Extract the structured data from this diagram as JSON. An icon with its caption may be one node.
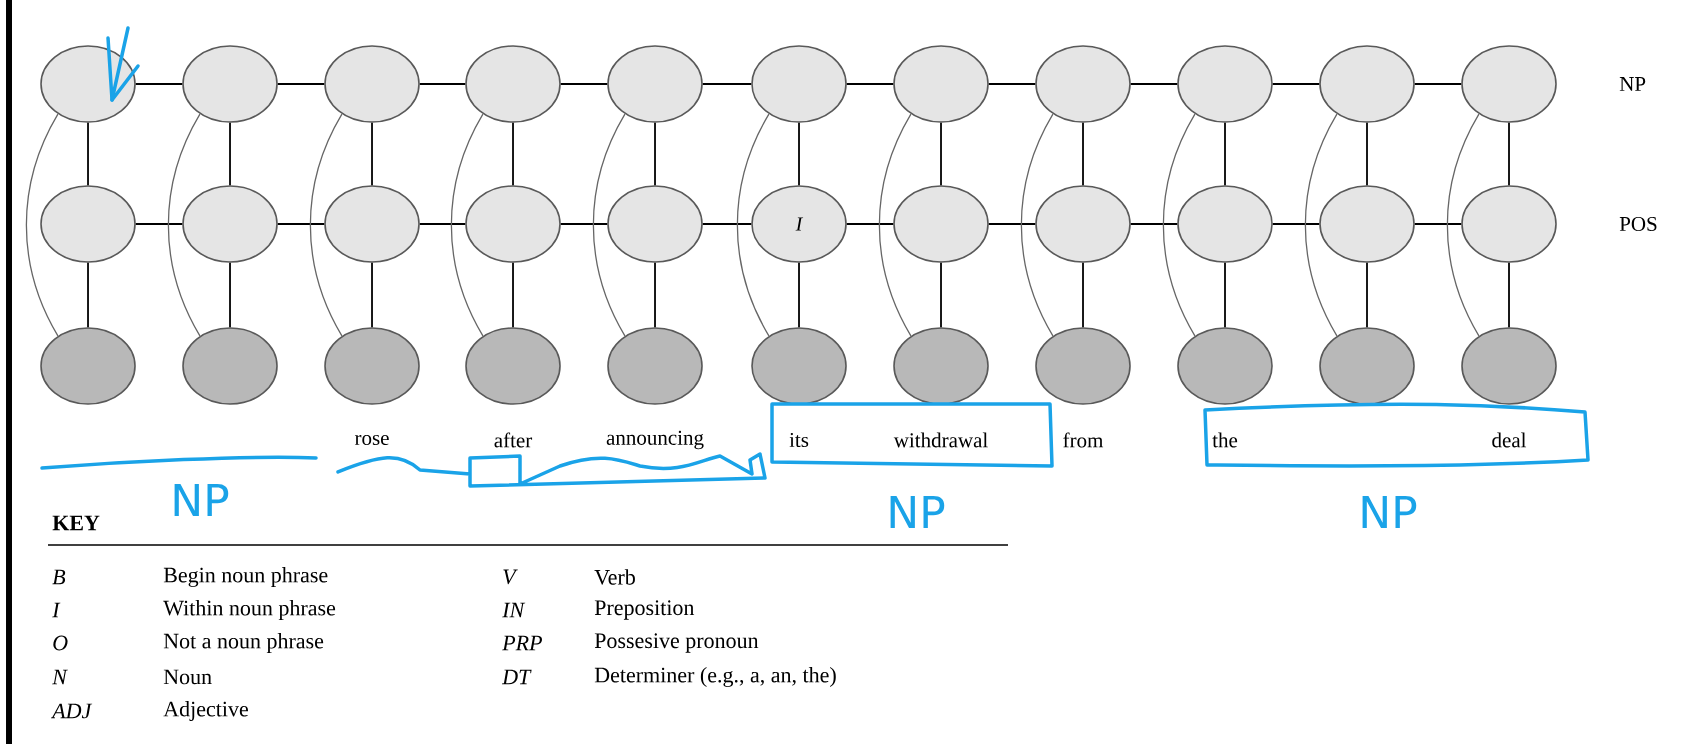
{
  "diagram": {
    "nodes": [
      {
        "text": [],
        "shape": "circle"
      },
      {
        "text": [],
        "shape": "circle"
      },
      {
        "text": [],
        "shape": "circle"
      },
      {
        "text": [],
        "shape": "circle"
      },
      {
        "text": [],
        "shape": "circle"
      },
      {
        "text": [],
        "shape": "circle"
      },
      {
        "text": [],
        "shape": "circle"
      },
      {
        "text": [],
        "shape": "circle"
      },
      {
        "text": [],
        "shape": "circle"
      },
      {
        "text": [],
        "shape": "circle"
      },
      {
        "text": [],
        "shape": "circle"
      },
      {
        "text": [],
        "shape": "circle"
      },
      {
        "text": [],
        "shape": "circle"
      },
      {
        "text": [],
        "shape": "circle"
      },
      {
        "text": [],
        "shape": "circle"
      },
      {
        "text": [],
        "shape": "circle"
      },
      {
        "text": [
          "I"
        ]
      },
      {
        "text": [],
        "shape": "circle"
      },
      {
        "text": [],
        "shape": "circle"
      },
      {
        "text": [],
        "shape": "circle"
      },
      {
        "text": [],
        "shape": "circle"
      },
      {
        "text": [],
        "shape": "circle"
      },
      {
        "text": [],
        "shape": "circle"
      },
      {
        "text": [],
        "shape": "circle"
      },
      {
        "text": [],
        "shape": "circle",
        "beside": [
          "rose"
        ]
      },
      {
        "text": [],
        "shape": "circle",
        "beside": [
          "after"
        ]
      },
      {
        "text": [],
        "shape": "circle",
        "beside": [
          "announcing"
        ]
      },
      {
        "text": [],
        "shape": "circle",
        "beside": [
          "its"
        ]
      },
      {
        "text": [],
        "shape": "circle",
        "beside": [
          "withdrawal"
        ]
      },
      {
        "text": [],
        "shape": "circle",
        "beside": [
          "from"
        ]
      },
      {
        "text": [],
        "shape": "circle",
        "beside": [
          "the"
        ]
      },
      {
        "text": [],
        "shape": "circle"
      },
      {
        "text": [],
        "shape": "circle",
        "beside": [
          "deal"
        ]
      }
    ],
    "edges": [
      {
        "from": 0,
        "to": 1,
        "arrow": "none"
      },
      {
        "from": 1,
        "to": 2,
        "arrow": "none"
      },
      {
        "from": 2,
        "to": 3,
        "arrow": "none"
      },
      {
        "from": 3,
        "to": 4,
        "arrow": "none"
      },
      {
        "from": 4,
        "to": 5,
        "arrow": "none"
      },
      {
        "from": 5,
        "to": 6,
        "arrow": "none"
      },
      {
        "from": 6,
        "to": 7,
        "arrow": "none"
      },
      {
        "from": 7,
        "to": 8,
        "arrow": "none"
      },
      {
        "from": 8,
        "to": 9,
        "arrow": "none"
      },
      {
        "from": 9,
        "to": 10,
        "arrow": "none"
      },
      {
        "from": 11,
        "to": 12,
        "arrow": "none"
      },
      {
        "from": 12,
        "to": 13,
        "arrow": "none"
      },
      {
        "from": 13,
        "to": 14,
        "arrow": "none"
      },
      {
        "from": 14,
        "to": 15,
        "arrow": "none"
      },
      {
        "from": 15,
        "to": 16,
        "arrow": "none"
      },
      {
        "from": 16,
        "to": 17,
        "arrow": "none"
      },
      {
        "from": 17,
        "to": 18,
        "arrow": "none"
      },
      {
        "from": 18,
        "to": 19,
        "arrow": "none"
      },
      {
        "from": 19,
        "to": 20,
        "arrow": "none"
      },
      {
        "from": 20,
        "to": 21,
        "arrow": "none"
      },
      {
        "from": 0,
        "to": 11,
        "arrow": "none"
      },
      {
        "from": 1,
        "to": 12,
        "arrow": "none"
      },
      {
        "from": 2,
        "to": 13,
        "arrow": "none"
      },
      {
        "from": 3,
        "to": 14,
        "arrow": "none"
      },
      {
        "from": 4,
        "to": 15,
        "arrow": "none"
      },
      {
        "from": 5,
        "to": 16,
        "arrow": "none"
      },
      {
        "from": 6,
        "to": 17,
        "arrow": "none"
      },
      {
        "from": 7,
        "to": 18,
        "arrow": "none"
      },
      {
        "from": 8,
        "to": 19,
        "arrow": "none"
      },
      {
        "from": 9,
        "to": 20,
        "arrow": "none"
      },
      {
        "from": 10,
        "to": 21,
        "arrow": "none"
      },
      {
        "from": 11,
        "to": 22,
        "arrow": "none"
      },
      {
        "from": 12,
        "to": 23,
        "arrow": "none"
      },
      {
        "from": 13,
        "to": 24,
        "arrow": "none"
      },
      {
        "from": 14,
        "to": 25,
        "arrow": "none"
      },
      {
        "from": 15,
        "to": 26,
        "arrow": "none"
      },
      {
        "from": 16,
        "to": 27,
        "arrow": "none"
      },
      {
        "from": 17,
        "to": 28,
        "arrow": "none"
      },
      {
        "from": 18,
        "to": 29,
        "arrow": "none"
      },
      {
        "from": 19,
        "to": 30,
        "arrow": "none"
      },
      {
        "from": 20,
        "to": 31,
        "arrow": "none"
      },
      {
        "from": 21,
        "to": 32,
        "arrow": "none"
      },
      {
        "from": 0,
        "to": 22,
        "arrow": "none",
        "color": "#666666"
      },
      {
        "from": 1,
        "to": 23,
        "arrow": "none",
        "color": "#666666"
      },
      {
        "from": 2,
        "to": 24,
        "arrow": "none",
        "color": "#666666"
      },
      {
        "from": 3,
        "to": 25,
        "arrow": "none",
        "color": "#666666"
      },
      {
        "from": 4,
        "to": 26,
        "arrow": "none",
        "color": "#666666"
      },
      {
        "from": 5,
        "to": 27,
        "arrow": "none",
        "color": "#666666"
      },
      {
        "from": 6,
        "to": 28,
        "arrow": "none",
        "color": "#666666"
      },
      {
        "from": 7,
        "to": 29,
        "arrow": "none",
        "color": "#666666"
      },
      {
        "from": 8,
        "to": 30,
        "arrow": "none",
        "color": "#666666"
      },
      {
        "from": 9,
        "to": 31,
        "arrow": "none",
        "color": "#666666"
      },
      {
        "from": 10,
        "to": 32,
        "arrow": "none",
        "color": "#666666"
      }
    ],
    "labels": [
      "NP",
      "POS",
      "NP",
      "NP",
      "NP",
      "KEY",
      "B",
      "Begin noun phrase",
      "V",
      "Verb",
      "I",
      "Within noun phrase",
      "IN",
      "Preposition",
      "O",
      "Not a noun phrase",
      "PRP",
      "Possesive pronoun",
      "N",
      "Noun",
      "DT",
      "Determiner (e.g., a, an, the)",
      "ADJ",
      "Adjective"
    ]
  }
}
